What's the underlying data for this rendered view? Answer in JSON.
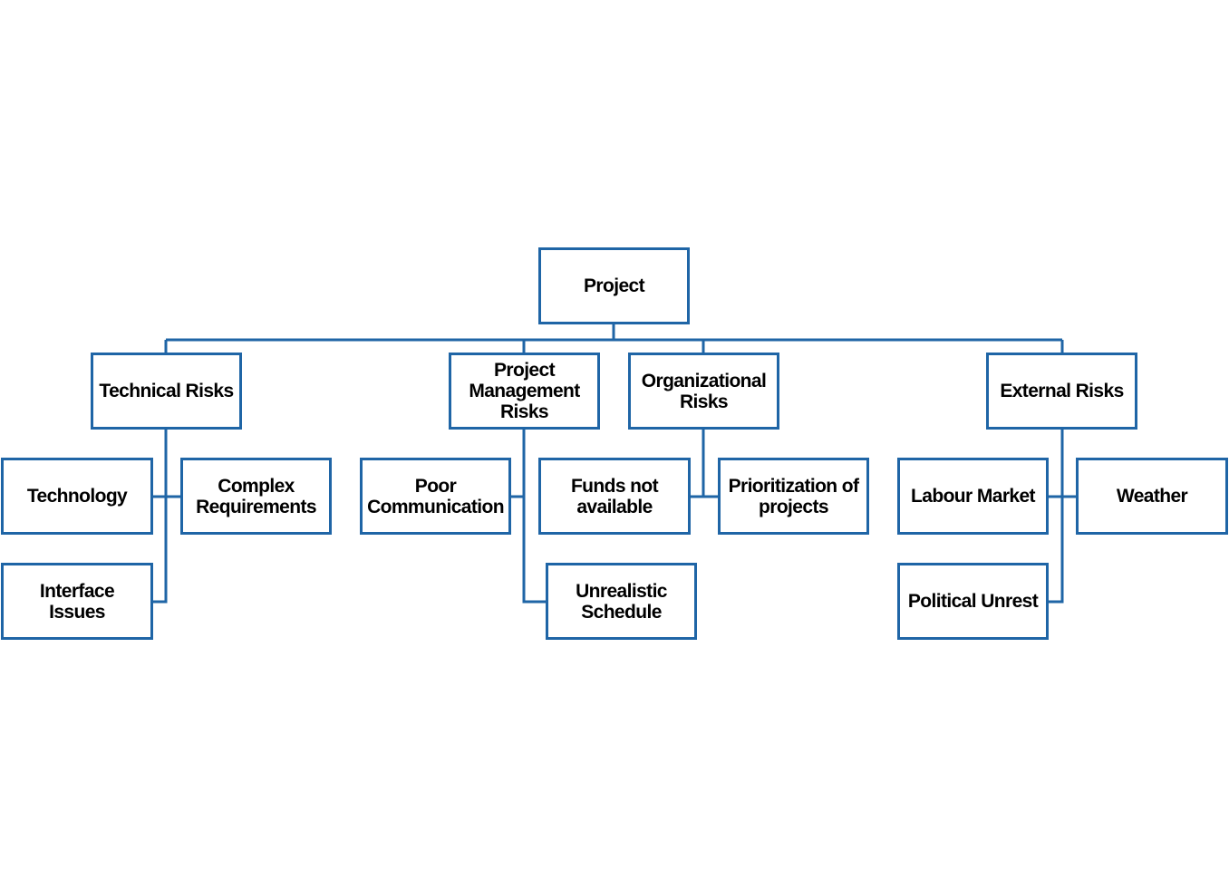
{
  "diagram": {
    "line_color": "#1f65a6",
    "root": {
      "label": "Project"
    },
    "categories": [
      {
        "label": "Technical Risks",
        "children": [
          "Technology",
          "Complex\nRequirements",
          "Interface\nIssues"
        ]
      },
      {
        "label": "Project\nManagement\nRisks",
        "children": [
          "Poor\nCommunication",
          "Unrealistic\nSchedule"
        ]
      },
      {
        "label": "Organizational\nRisks",
        "children": [
          "Funds not\navailable",
          "Prioritization of\nprojects"
        ]
      },
      {
        "label": "External Risks",
        "children": [
          "Labour Market",
          "Weather",
          "Political Unrest"
        ]
      }
    ]
  }
}
